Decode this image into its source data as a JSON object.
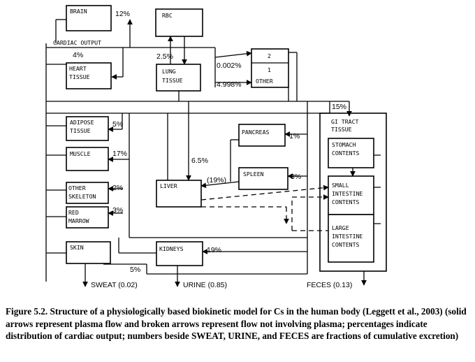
{
  "compartments": {
    "brain": "BRAIN",
    "rbc": "RBC",
    "cardiac_output": "CARDIAC OUTPUT",
    "heart_tissue_1": "HEART",
    "heart_tissue_2": "TISSUE",
    "lung_tissue_1": "LUNG",
    "lung_tissue_2": "TISSUE",
    "other_top": "2",
    "other_mid": "1",
    "other_label": "OTHER",
    "gi_tract_1": "GI TRACT",
    "gi_tract_2": "TISSUE",
    "adipose_1": "ADIPOSE",
    "adipose_2": "TISSUE",
    "muscle": "MUSCLE",
    "other_skeleton_1": "OTHER",
    "other_skeleton_2": "SKELETON",
    "red_marrow_1": "RED",
    "red_marrow_2": "MARROW",
    "skin": "SKIN",
    "liver": "LIVER",
    "kidneys": "KIDNEYS",
    "pancreas": "PANCREAS",
    "spleen": "SPLEEN",
    "stomach_1": "STOMACH",
    "stomach_2": "CONTENTS",
    "small_int_1": "SMALL",
    "small_int_2": "INTESTINE",
    "small_int_3": "CONTENTS",
    "large_int_1": "LARGE",
    "large_int_2": "INTESTINE",
    "large_int_3": "CONTENTS"
  },
  "percentages": {
    "brain": "12%",
    "heart": "4%",
    "lung": "2.5%",
    "other_2": "0.002%",
    "other_1": "4.998%",
    "gi": "15%",
    "adipose": "5%",
    "muscle": "17%",
    "liver": "6.5%",
    "pancreas": "1%",
    "spleen_liver": "(19%)",
    "spleen": "3%",
    "other_skeleton": "2%",
    "red_marrow": "3%",
    "kidneys": "19%",
    "skin": "5%"
  },
  "outputs": {
    "sweat": "SWEAT (0.02)",
    "urine": "URINE (0.85)",
    "feces": "FECES (0.13)"
  },
  "caption": "Figure 5.2.  Structure of a physiologically based biokinetic model for Cs in the human body (Leggett et al., 2003) (solid arrows represent plasma flow and broken arrows represent flow not involving plasma; percentages indicate distribution of cardiac output; numbers beside SWEAT, URINE, and FECES are fractions of cumulative excretion)"
}
